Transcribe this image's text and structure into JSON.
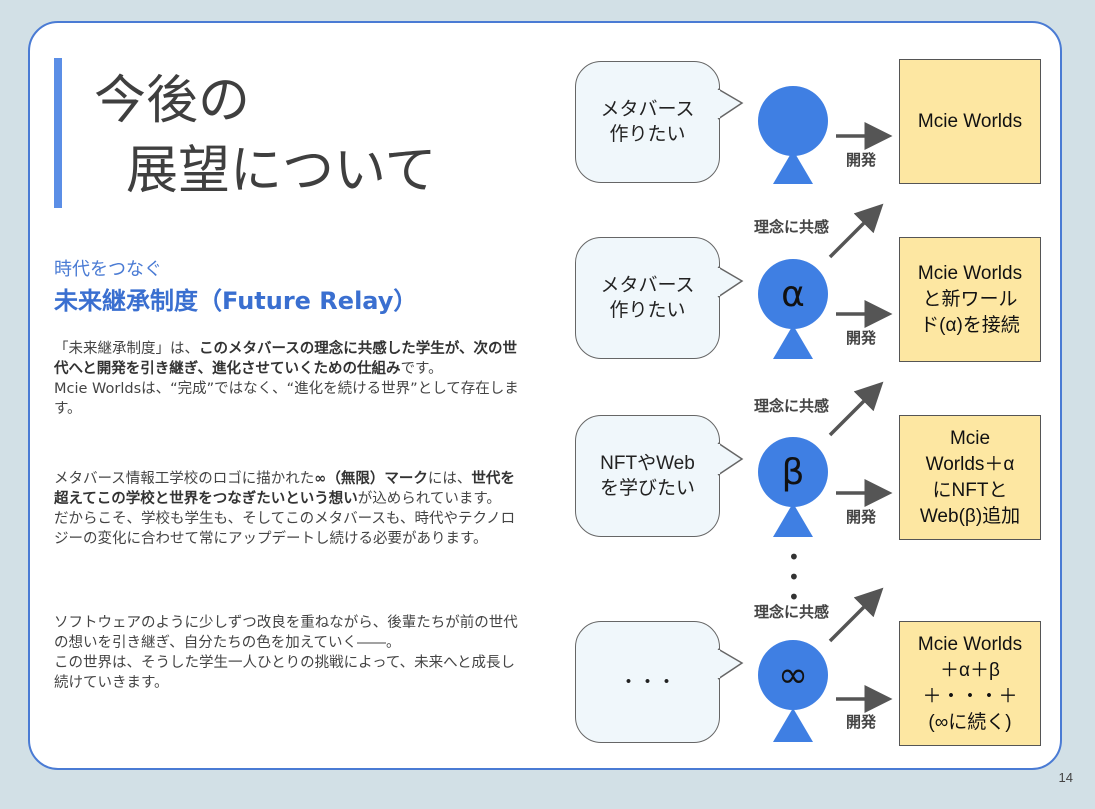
{
  "title": {
    "line1": "今後の",
    "line2": "展望について"
  },
  "subtitle": "時代をつなぐ",
  "heading": "未来継承制度（Future Relay）",
  "paragraphs": {
    "p1": [
      {
        "t": "「未来継承制度」は、",
        "b": false
      },
      {
        "t": "このメタバースの理念に共感した学生が、次の世代へと開発を引き継ぎ、進化させていくための仕組み",
        "b": true
      },
      {
        "t": "です。",
        "b": false
      },
      {
        "t": "\nMcie Worldsは、“完成”ではなく、“進化を続ける世界”として存在します。",
        "b": false
      }
    ],
    "p2": [
      {
        "t": "メタバース情報工学校のロゴに描かれた",
        "b": false
      },
      {
        "t": "∞（無限）マーク",
        "b": true
      },
      {
        "t": "には、",
        "b": false
      },
      {
        "t": "世代を超えてこの学校と世界をつなぎたいという想い",
        "b": true
      },
      {
        "t": "が込められています。\nだからこそ、学校も学生も、そしてこのメタバースも、時代やテクノロジーの変化に合わせて常にアップデートし続ける必要があります。",
        "b": false
      }
    ],
    "p3": [
      {
        "t": "ソフトウェアのように少しずつ改良を重ねながら、後輩たちが前の世代の想いを引き継ぎ、自分たちの色を加えていく――。\nこの世界は、そうした学生一人ひとりの挑戦によって、未来へと成長し続けていきます。",
        "b": false
      }
    ]
  },
  "rows": [
    {
      "bubble": "メタバース\n作りたい",
      "symbol": "",
      "dev": "開発",
      "box": "Mcie Worlds"
    },
    {
      "bubble": "メタバース\n作りたい",
      "symbol": "α",
      "dev": "開発",
      "box": "Mcie Worlds\nと新ワール\nド(α)を接続"
    },
    {
      "bubble": "NFTやWeb\nを学びたい",
      "symbol": "β",
      "dev": "開発",
      "box": "Mcie\nWorlds＋α\nにNFTと\nWeb(β)追加"
    },
    {
      "bubble": "・・・",
      "symbol": "∞",
      "dev": "開発",
      "box": "Mcie Worlds\n＋α＋β\n＋・・・＋\n(∞に続く)"
    }
  ],
  "empathy_label": "理念に共感",
  "colors": {
    "accent": "#3a6fd0",
    "figure": "#3f7fe3",
    "box_fill": "#fde7a2",
    "bubble_fill": "#f0f7fb"
  },
  "page_number": "14"
}
